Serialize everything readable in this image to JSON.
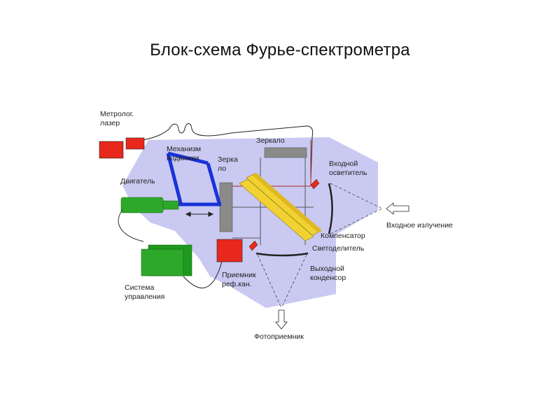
{
  "title": "Блок-схема Фурье-спектрометра",
  "labels": {
    "laser_1": "Метролог.",
    "laser_2": "лазер",
    "mirror_top": "Зеркало",
    "mechanism_1": "Механизм",
    "mechanism_2": "подвижки",
    "mirror_mid_1": "Зерка",
    "mirror_mid_2": "ло",
    "input_illum_1": "Входной",
    "input_illum_2": "осветитель",
    "motor": "Двигатель",
    "input_radiation": "Входное излучение",
    "compensator": "Компенсатор",
    "beamsplitter": "Светоделитель",
    "receiver_ref_1": "Приемник",
    "receiver_ref_2": "реф.кан.",
    "output_condenser_1": "Выходной",
    "output_condenser_2": "конденсор",
    "control_1": "Система",
    "control_2": "управления",
    "photodetector": "Фотоприемник"
  },
  "colors": {
    "background_blob": "#c9c9f2",
    "laser_red": "#e8281c",
    "mechanism_blue": "#1a32d8",
    "motor_green": "#2ea82a",
    "control_green": "#1f9a1f",
    "optics_yellow": "#f2d233",
    "mirror_gray": "#8a8a8a",
    "beam_red": "#b02a20"
  }
}
